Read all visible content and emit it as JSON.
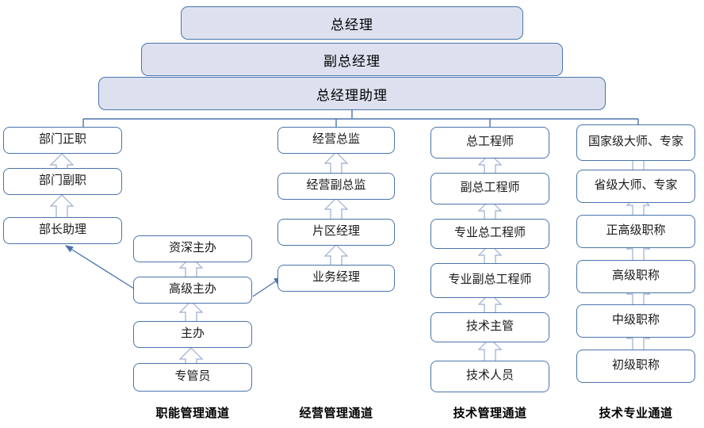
{
  "diagram": {
    "title_boxes": [
      {
        "label": "总经理"
      },
      {
        "label": "副总经理"
      },
      {
        "label": "总经理助理"
      }
    ],
    "columns": [
      {
        "caption": "职能管理通道",
        "nodes": [
          {
            "label": "部门正职"
          },
          {
            "label": "部门副职"
          },
          {
            "label": "部长助理"
          },
          {
            "label": "资深主办"
          },
          {
            "label": "高级主办"
          },
          {
            "label": "主办"
          },
          {
            "label": "专管员"
          }
        ]
      },
      {
        "caption": "经营管理通道",
        "nodes": [
          {
            "label": "经营总监"
          },
          {
            "label": "经营副总监"
          },
          {
            "label": "片区经理"
          },
          {
            "label": "业务经理"
          }
        ]
      },
      {
        "caption": "技术管理通道",
        "nodes": [
          {
            "label": "总工程师"
          },
          {
            "label": "副总工程师"
          },
          {
            "label": "专业总工程师"
          },
          {
            "label": "专业副总工程师"
          },
          {
            "label": "技术主管"
          },
          {
            "label": "技术人员"
          }
        ]
      },
      {
        "caption": "技术专业通道",
        "nodes": [
          {
            "label": "国家级大师、专家"
          },
          {
            "label": "省级大师、专家"
          },
          {
            "label": "正高级职称"
          },
          {
            "label": "高级职称"
          },
          {
            "label": "中级职称"
          },
          {
            "label": "初级职称"
          }
        ]
      }
    ],
    "cross_links": [
      {
        "from": "高级主办",
        "to": "部长助理"
      },
      {
        "from": "高级主办",
        "to": "业务经理"
      }
    ],
    "colors": {
      "box_border": "#4a74ab",
      "top_box_fill": "#dde1ef",
      "node_fill": "#ffffff",
      "connector_line": "#4a74ab",
      "block_arrow_stroke": "#9aaed0",
      "block_arrow_fill": "#ffffff",
      "caption_text": "#000000"
    }
  }
}
